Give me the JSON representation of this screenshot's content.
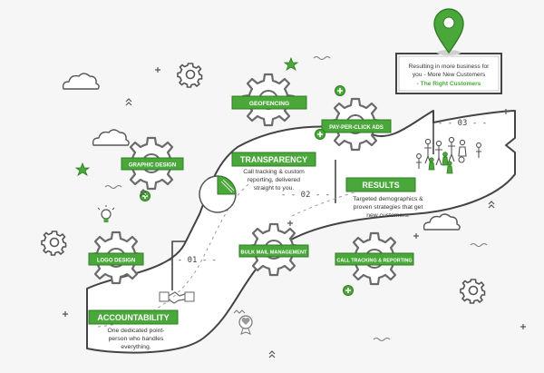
{
  "gears": [
    {
      "label": "GEOFENCING"
    },
    {
      "label": "PAY-PER-CLICK ADS"
    },
    {
      "label": "GRAPHIC DESIGN"
    },
    {
      "label": "LOGO DESIGN"
    },
    {
      "label": "BULK MAIL MANAGEMENT"
    },
    {
      "label": "CALL TRACKING & REPORTING"
    }
  ],
  "steps": {
    "accountability": {
      "number": "- - 01 - -",
      "title": "ACCOUNTABILITY",
      "lines": [
        "One dedicated point-",
        "person who handles",
        "everything."
      ]
    },
    "transparency": {
      "number": "- - 02 - -",
      "title": "TRANSPARENCY",
      "lines": [
        "Call tracking & custom",
        "reporting, delivered",
        "straight to you."
      ]
    },
    "results": {
      "number": "- - 03 - -",
      "title": "RESULTS",
      "lines": [
        "Targeted demographics &",
        "proven strategies that get",
        "new customers."
      ]
    }
  },
  "destination": {
    "lines": [
      "Resulting in more business for",
      "you - More New Customers"
    ],
    "highlight": "- The Right Customers"
  },
  "colors": {
    "green": "#4aa83a",
    "dark_green": "#2f7d22",
    "gear_gray": "#6a6a6a",
    "line": "#444444",
    "background": "#f6f6f6"
  },
  "icons": [
    "location-pin-icon",
    "gear-icon",
    "cloud-icon",
    "star-icon",
    "plus-circle-icon",
    "lightbulb-icon",
    "heart-badge-icon",
    "handshake-icon",
    "pie-chart-icon",
    "people-icon",
    "chevron-up-icon"
  ]
}
